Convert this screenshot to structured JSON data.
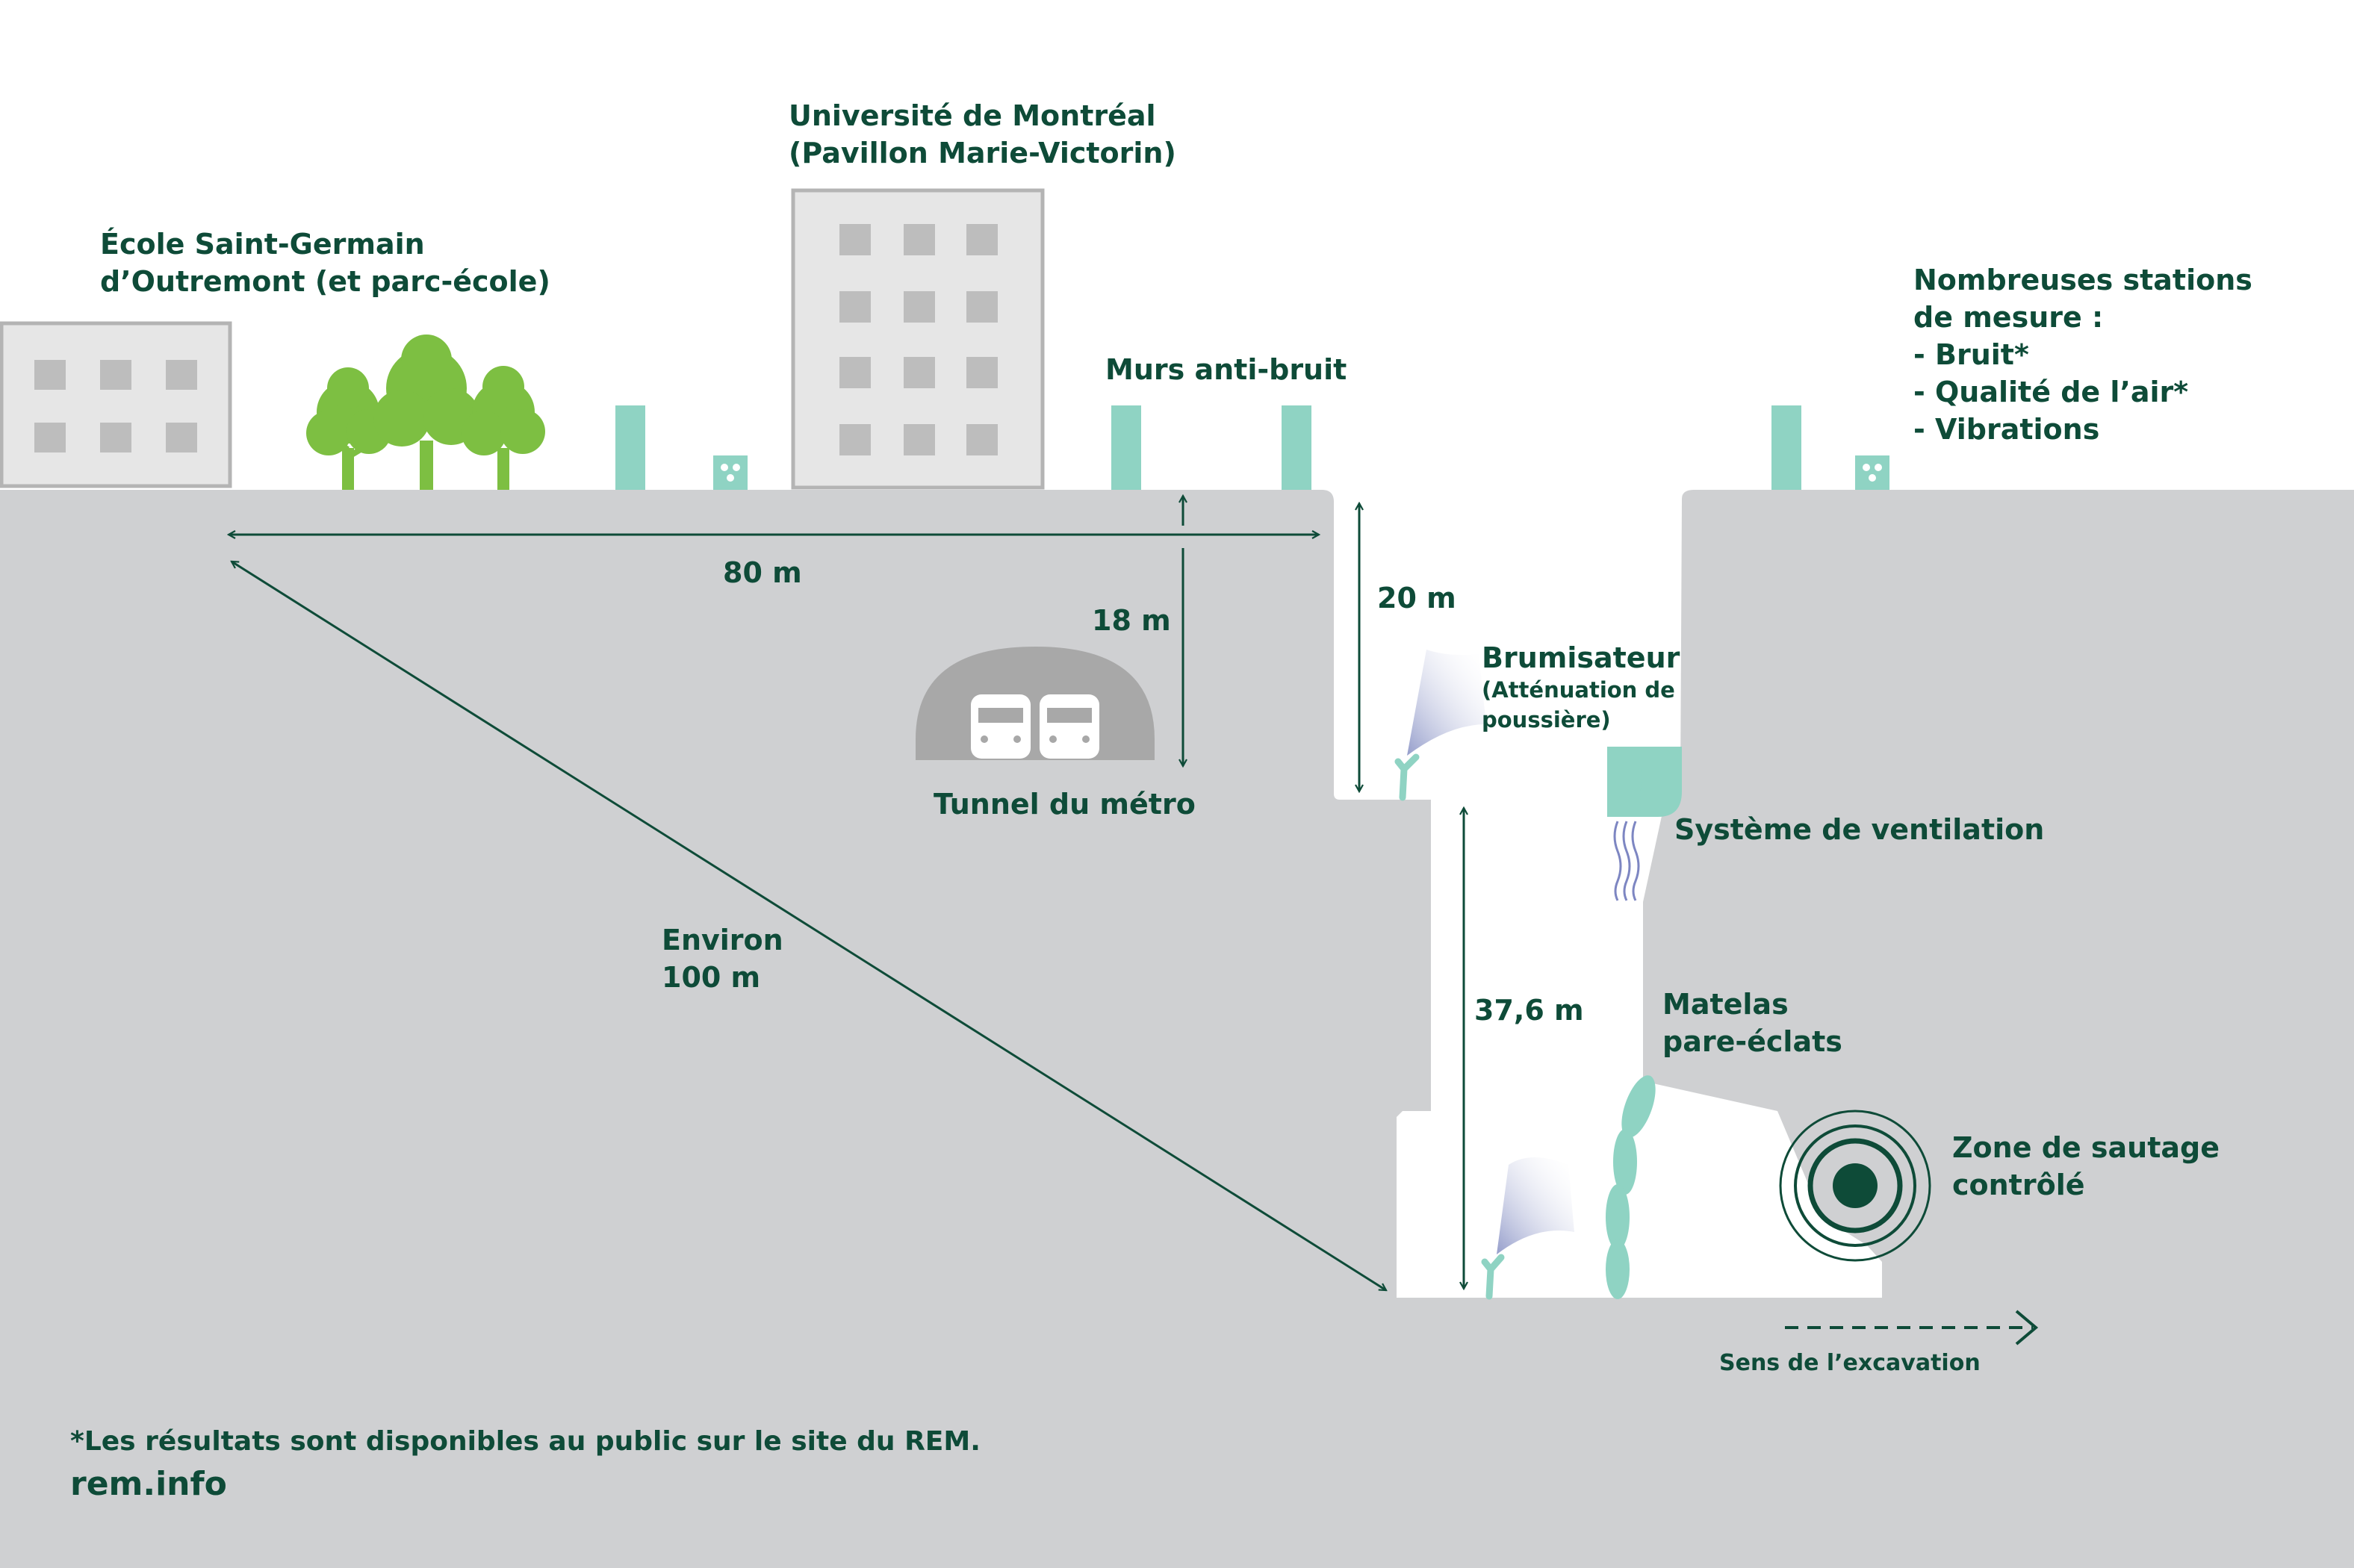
{
  "colors": {
    "ground": "#cfd0d2",
    "text": "#0e4b38",
    "building_fill": "#e6e6e6",
    "building_stroke": "#b4b4b4",
    "window": "#bdbdbd",
    "tree": "#7dbf42",
    "teal": "#8fd3c3",
    "pit": "#ffffff",
    "tunnel": "#a8a8a8",
    "mist": "#9fa7cf",
    "blast": "#0e4b38"
  },
  "icons": {
    "measurement_station": "sensor-icon",
    "tree": "tree-icon",
    "train": "metro-train-icon",
    "mister": "mist-sprayer-icon",
    "ventilation": "ventilation-duct-icon",
    "blast": "blast-zone-icon"
  },
  "labels": {
    "ecole": [
      "École Saint-Germain",
      "d’Outremont (et parc-école)"
    ],
    "universite": [
      "Université de Montréal",
      "(Pavillon Marie-Victorin)"
    ],
    "murs": "Murs anti-bruit",
    "stations": [
      "Nombreuses stations",
      "de mesure :",
      "- Bruit*",
      "- Qualité de l’air*",
      "- Vibrations"
    ],
    "dist_80": "80 m",
    "dist_18": "18 m",
    "dist_20": "20 m",
    "dist_376": "37,6 m",
    "environ": [
      "Environ",
      "100 m"
    ],
    "tunnel": "Tunnel du métro",
    "brumisateur_title": "Brumisateur",
    "brumisateur_sub": [
      "(Atténuation de",
      "poussière)"
    ],
    "ventilation": "Système de ventilation",
    "matelas": [
      "Matelas",
      "pare-éclats"
    ],
    "sautage": [
      "Zone de sautage",
      "contrôlé"
    ],
    "sens": "Sens de l’excavation",
    "footnote": "*Les résultats sont disponibles au public sur le site du REM.",
    "url": "rem.info"
  }
}
